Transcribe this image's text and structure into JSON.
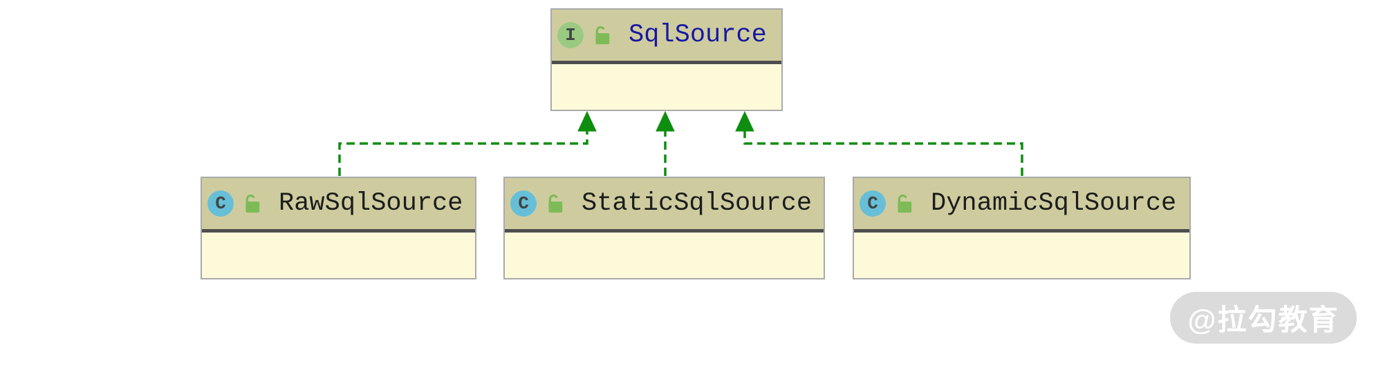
{
  "diagram": {
    "interface": {
      "badge": "I",
      "name": "SqlSource"
    },
    "classes": [
      {
        "badge": "C",
        "name": "RawSqlSource"
      },
      {
        "badge": "C",
        "name": "StaticSqlSource"
      },
      {
        "badge": "C",
        "name": "DynamicSqlSource"
      }
    ],
    "relationships": [
      {
        "from": "RawSqlSource",
        "to": "SqlSource",
        "type": "implements",
        "style": "green-dashed-hollowless-solid-arrow"
      },
      {
        "from": "StaticSqlSource",
        "to": "SqlSource",
        "type": "implements",
        "style": "green-dashed-hollowless-solid-arrow"
      },
      {
        "from": "DynamicSqlSource",
        "to": "SqlSource",
        "type": "implements",
        "style": "green-dashed-hollowless-solid-arrow"
      }
    ]
  },
  "colors": {
    "header_bg": "#cecc9f",
    "body_bg": "#fdfada",
    "separator": "#4e4e4e",
    "box_border": "#a9a9a9",
    "connector_green": "#0e8e0e",
    "interface_badge_bg": "#9aca81",
    "class_badge_bg": "#67bfd7",
    "badge_letter_color": "#3f4545",
    "interface_name_color": "#1717a3",
    "class_name_color": "#1c1c1c",
    "lock_green": "#7dbb57",
    "watermark_bg": "#d9d9d9",
    "watermark_text_color": "#ffffff"
  },
  "watermark": {
    "text": "@拉勾教育"
  }
}
